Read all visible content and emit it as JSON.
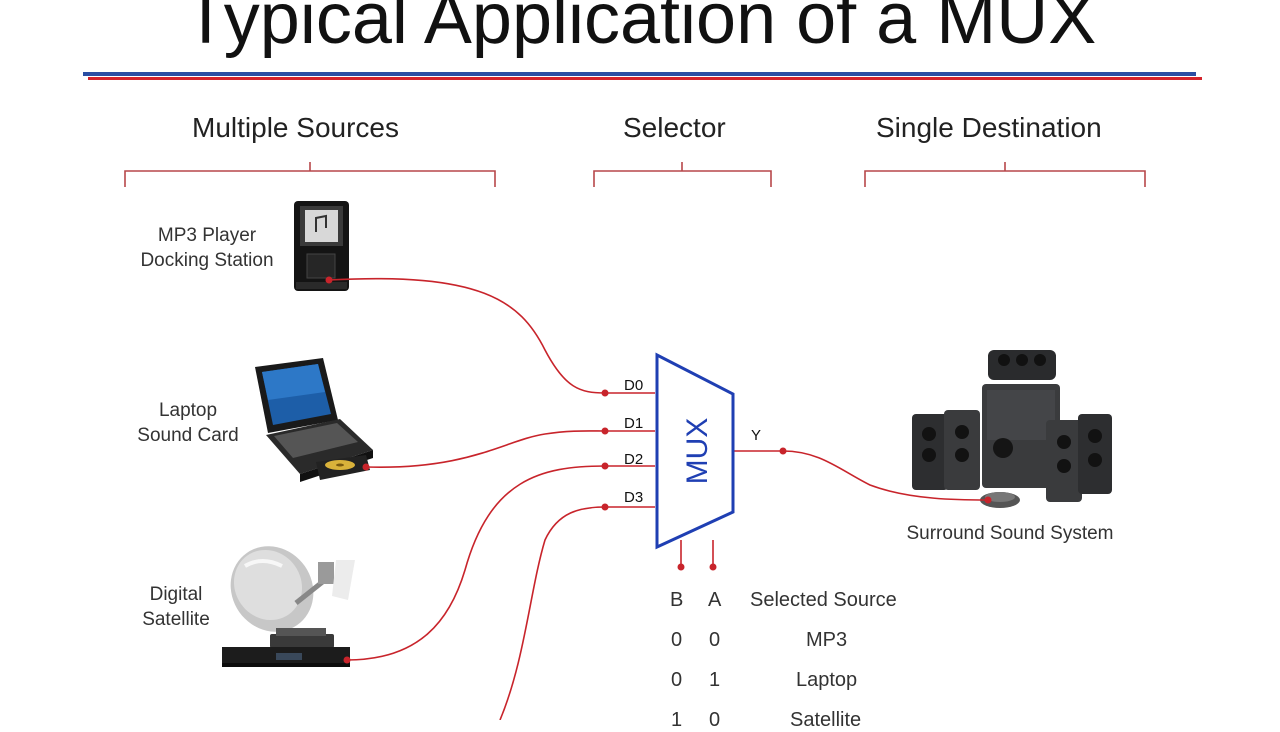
{
  "slide": {
    "title": "Typical Application of a MUX"
  },
  "sections": {
    "sources": "Multiple Sources",
    "selector": "Selector",
    "destination": "Single Destination"
  },
  "devices": {
    "mp3": [
      "MP3 Player",
      "Docking Station"
    ],
    "laptop": [
      "Laptop",
      "Sound Card"
    ],
    "satellite": [
      "Digital",
      "Satellite"
    ],
    "speakers": "Surround Sound System"
  },
  "mux": {
    "label": "MUX",
    "inputs": [
      "D0",
      "D1",
      "D2",
      "D3"
    ],
    "output": "Y"
  },
  "truth_table": {
    "headers": [
      "B",
      "A",
      "Selected Source"
    ],
    "rows": [
      [
        "0",
        "0",
        "MP3"
      ],
      [
        "0",
        "1",
        "Laptop"
      ],
      [
        "1",
        "0",
        "Satellite"
      ]
    ]
  },
  "colors": {
    "wire": "#c8242b",
    "mux_outline": "#1f3fb3",
    "rule_blue": "#2a4ea3",
    "rule_red": "#d4232b"
  }
}
